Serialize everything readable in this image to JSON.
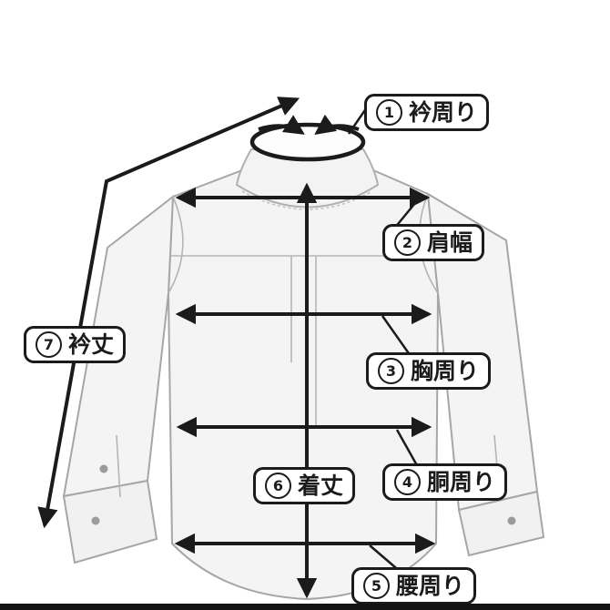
{
  "labels": [
    {
      "num": "1",
      "text": "衿周り"
    },
    {
      "num": "2",
      "text": "肩幅"
    },
    {
      "num": "3",
      "text": "胸周り"
    },
    {
      "num": "4",
      "text": "胴周り"
    },
    {
      "num": "5",
      "text": "腰周り"
    },
    {
      "num": "6",
      "text": "着丈"
    },
    {
      "num": "7",
      "text": "衿丈"
    }
  ],
  "colors": {
    "ink": "#1b1b1b",
    "shirt_outline": "#a6a6a6",
    "shirt_fill": "#f4f4f4",
    "background": "#ffffff",
    "bottom_bar": "#121212"
  }
}
